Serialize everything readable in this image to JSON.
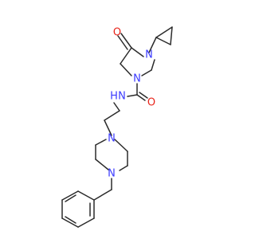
{
  "molecule": {
    "atoms": {
      "n_ring_top": "N",
      "n_ring_bottom": "N",
      "o_ketone": "O",
      "o_amide": "O",
      "n_amide_h": "H",
      "n_amide": "N",
      "n_pip_top": "N",
      "n_pip_bottom": "N"
    },
    "colors": {
      "bond": "#2b2b2b",
      "nitrogen": "#3a3aff",
      "oxygen": "#e8241a"
    }
  }
}
